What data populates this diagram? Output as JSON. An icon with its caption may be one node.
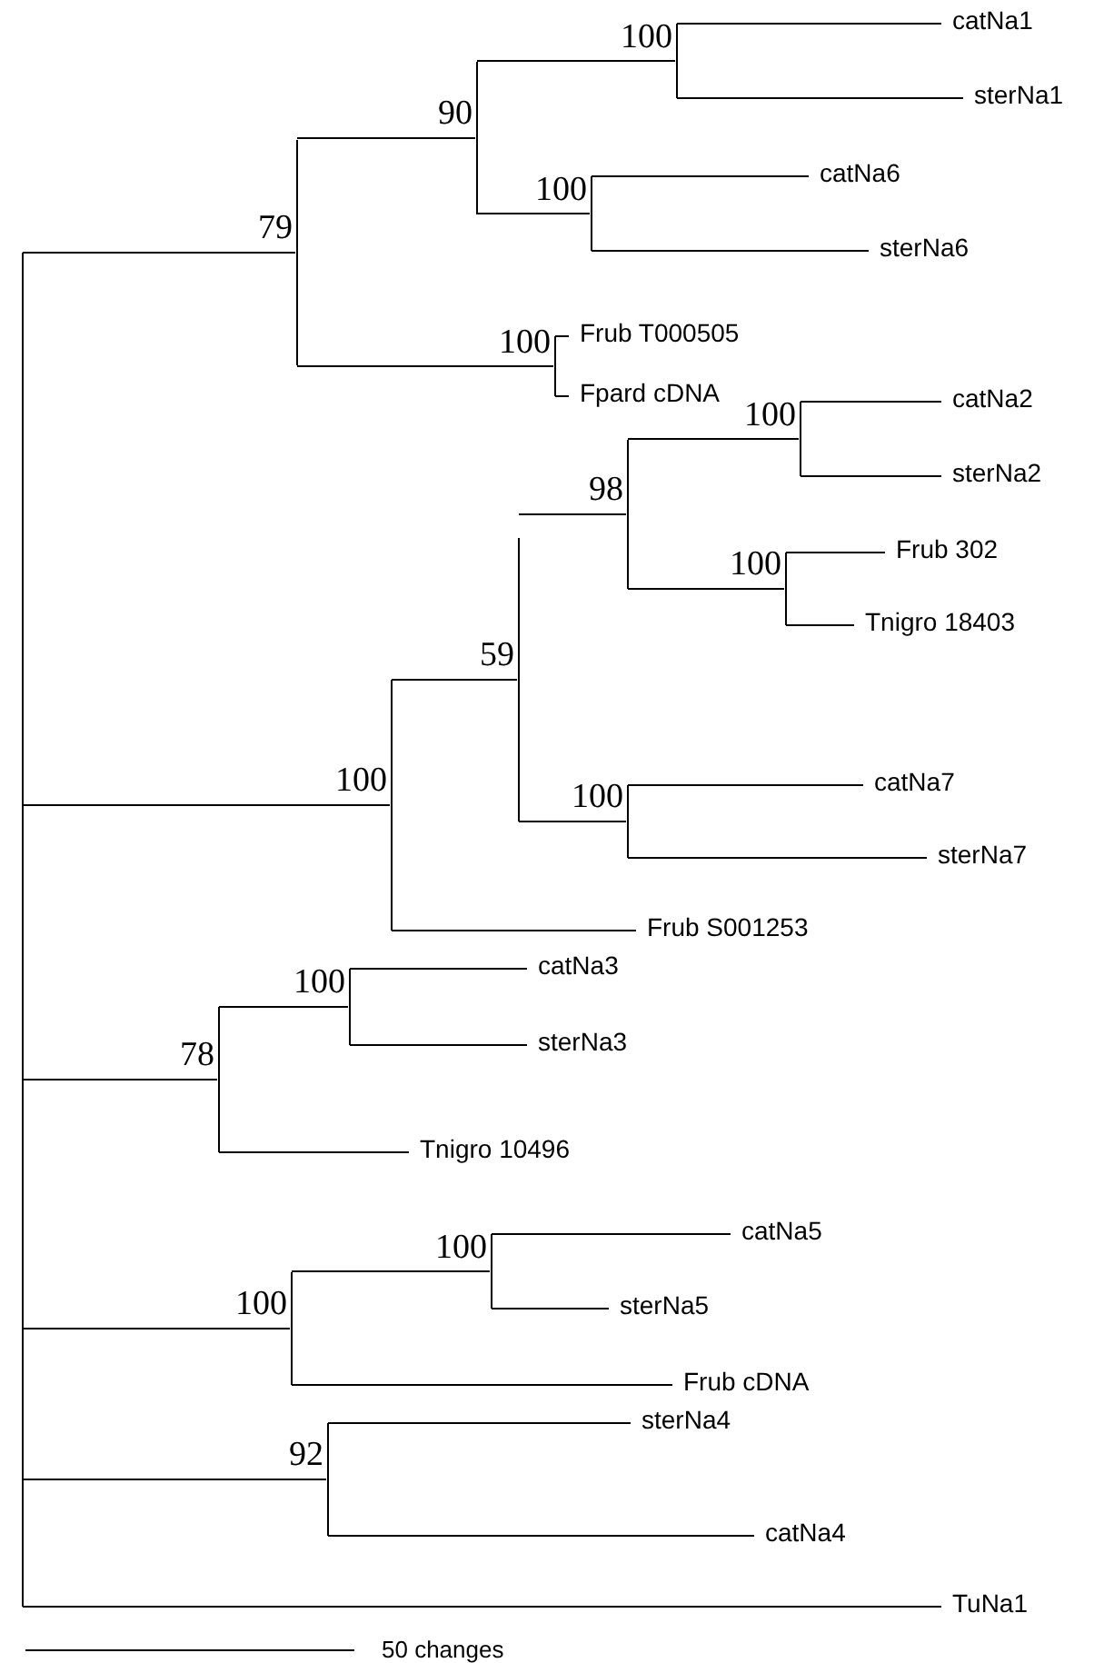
{
  "diagram": {
    "nodes": [
      {
        "text": [],
        "shape": "bar"
      },
      {
        "text": [],
        "shape": "bar",
        "beside": [
          "79"
        ]
      },
      {
        "text": [],
        "shape": "bar",
        "beside": [
          "90"
        ]
      },
      {
        "text": [],
        "shape": "bar",
        "beside": [
          "100"
        ]
      },
      {
        "text": [
          "catNa1"
        ]
      },
      {
        "text": [
          "sterNa1"
        ]
      },
      {
        "text": [],
        "shape": "bar",
        "beside": [
          "100"
        ]
      },
      {
        "text": [
          "catNa6"
        ]
      },
      {
        "text": [
          "sterNa6"
        ]
      },
      {
        "text": [],
        "shape": "bar",
        "beside": [
          "100"
        ]
      },
      {
        "text": [
          "Frub T000505"
        ]
      },
      {
        "text": [
          "Fpard cDNA"
        ]
      },
      {
        "text": [],
        "shape": "bar",
        "beside": [
          "100"
        ]
      },
      {
        "text": [],
        "shape": "bar",
        "beside": [
          "59"
        ]
      },
      {
        "text": [],
        "shape": "bar",
        "beside": [
          "98"
        ]
      },
      {
        "text": [],
        "shape": "bar",
        "beside": [
          "100"
        ]
      },
      {
        "text": [
          "catNa2"
        ]
      },
      {
        "text": [
          "sterNa2"
        ]
      },
      {
        "text": [],
        "shape": "bar",
        "beside": [
          "100"
        ]
      },
      {
        "text": [
          "Frub 302"
        ]
      },
      {
        "text": [
          "Tnigro 18403"
        ]
      },
      {
        "text": [],
        "shape": "bar",
        "beside": [
          "100"
        ]
      },
      {
        "text": [
          "catNa7"
        ]
      },
      {
        "text": [
          "sterNa7"
        ]
      },
      {
        "text": [
          "Frub S001253"
        ]
      },
      {
        "text": [],
        "shape": "bar",
        "beside": [
          "78"
        ]
      },
      {
        "text": [],
        "shape": "bar",
        "beside": [
          "100"
        ]
      },
      {
        "text": [
          "catNa3"
        ]
      },
      {
        "text": [
          "sterNa3"
        ]
      },
      {
        "text": [
          "Tnigro 10496"
        ]
      },
      {
        "text": [],
        "shape": "bar",
        "beside": [
          "100"
        ]
      },
      {
        "text": [],
        "shape": "bar",
        "beside": [
          "100"
        ]
      },
      {
        "text": [
          "catNa5"
        ]
      },
      {
        "text": [
          "sterNa5"
        ]
      },
      {
        "text": [
          "Frub cDNA"
        ]
      },
      {
        "text": [],
        "shape": "bar",
        "beside": [
          "92"
        ]
      },
      {
        "text": [
          "sterNa4"
        ]
      },
      {
        "text": [
          "catNa4"
        ]
      },
      {
        "text": [
          "TuNa1"
        ]
      }
    ],
    "edges": [
      {
        "from": 0,
        "to": 1,
        "arrow": "none"
      },
      {
        "from": 1,
        "to": 2,
        "arrow": "none"
      },
      {
        "from": 2,
        "to": 3,
        "arrow": "none"
      },
      {
        "from": 3,
        "to": 4,
        "arrow": "none"
      },
      {
        "from": 3,
        "to": 5,
        "arrow": "none"
      },
      {
        "from": 2,
        "to": 6,
        "arrow": "none"
      },
      {
        "from": 6,
        "to": 7,
        "arrow": "none"
      },
      {
        "from": 6,
        "to": 8,
        "arrow": "none"
      },
      {
        "from": 1,
        "to": 9,
        "arrow": "none"
      },
      {
        "from": 9,
        "to": 10,
        "arrow": "none"
      },
      {
        "from": 9,
        "to": 11,
        "arrow": "none"
      },
      {
        "from": 0,
        "to": 12,
        "arrow": "none"
      },
      {
        "from": 12,
        "to": 13,
        "arrow": "none"
      },
      {
        "from": 13,
        "to": 14,
        "arrow": "none"
      },
      {
        "from": 14,
        "to": 15,
        "arrow": "none"
      },
      {
        "from": 15,
        "to": 16,
        "arrow": "none"
      },
      {
        "from": 15,
        "to": 17,
        "arrow": "none"
      },
      {
        "from": 14,
        "to": 18,
        "arrow": "none"
      },
      {
        "from": 18,
        "to": 19,
        "arrow": "none"
      },
      {
        "from": 18,
        "to": 20,
        "arrow": "none"
      },
      {
        "from": 13,
        "to": 21,
        "arrow": "none"
      },
      {
        "from": 21,
        "to": 22,
        "arrow": "none"
      },
      {
        "from": 21,
        "to": 23,
        "arrow": "none"
      },
      {
        "from": 12,
        "to": 24,
        "arrow": "none"
      },
      {
        "from": 0,
        "to": 25,
        "arrow": "none"
      },
      {
        "from": 25,
        "to": 26,
        "arrow": "none"
      },
      {
        "from": 26,
        "to": 27,
        "arrow": "none"
      },
      {
        "from": 26,
        "to": 28,
        "arrow": "none"
      },
      {
        "from": 25,
        "to": 29,
        "arrow": "none"
      },
      {
        "from": 0,
        "to": 30,
        "arrow": "none"
      },
      {
        "from": 30,
        "to": 31,
        "arrow": "none"
      },
      {
        "from": 31,
        "to": 32,
        "arrow": "none"
      },
      {
        "from": 31,
        "to": 33,
        "arrow": "none"
      },
      {
        "from": 30,
        "to": 34,
        "arrow": "none"
      },
      {
        "from": 0,
        "to": 35,
        "arrow": "none"
      },
      {
        "from": 35,
        "to": 36,
        "arrow": "none"
      },
      {
        "from": 35,
        "to": 37,
        "arrow": "none"
      },
      {
        "from": 0,
        "to": 38,
        "arrow": "none"
      }
    ],
    "labels": [
      "50 changes"
    ]
  }
}
